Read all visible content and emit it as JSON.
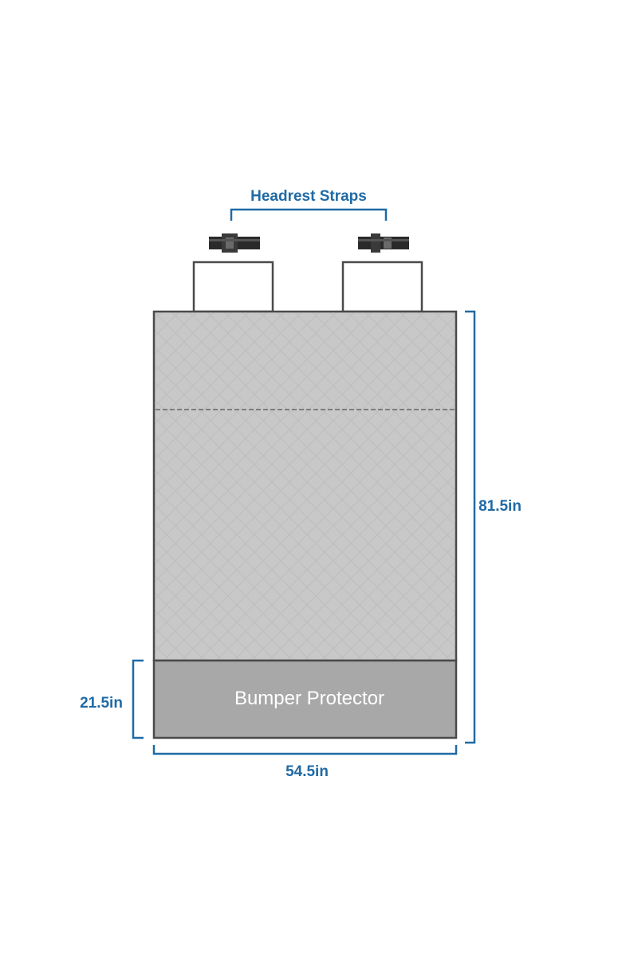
{
  "labels": {
    "headrest_straps": "Headrest Straps",
    "height": "81.5in",
    "bumper_height": "21.5in",
    "width": "54.5in",
    "bumper": "Bumper Protector"
  },
  "colors": {
    "dimension": "#1f6aa5",
    "mat": "#c8c8c8",
    "bumper": "#a8a8a8",
    "outline": "#4a4a4a",
    "strap_pad": "#ffffff",
    "buckle": "#2a2a2a"
  },
  "icons": [
    "buckle-icon",
    "buckle-icon"
  ]
}
